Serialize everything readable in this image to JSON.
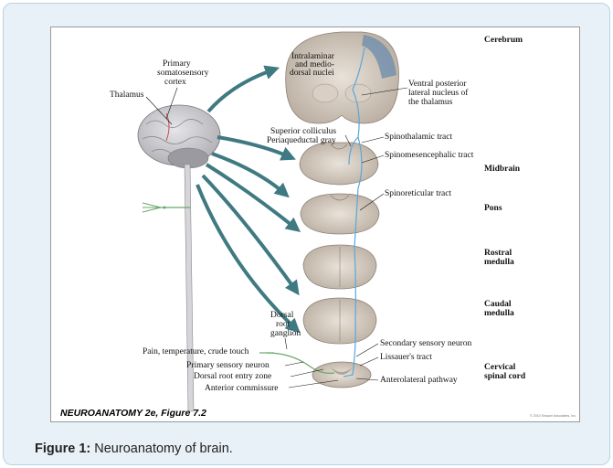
{
  "figure": {
    "credit": "NEUROANATOMY 2e, Figure 7.2",
    "copyright": "© 2010 Sinauer Associates, Inc.",
    "levels": {
      "cerebrum": "Cerebrum",
      "midbrain": "Midbrain",
      "pons": "Pons",
      "rostral_medulla_1": "Rostral",
      "rostral_medulla_2": "medulla",
      "caudal_medulla_1": "Caudal",
      "caudal_medulla_2": "medulla",
      "cervical_cord_1": "Cervical",
      "cervical_cord_2": "spinal cord"
    },
    "labels": {
      "primary_somatosensory_cortex_1": "Primary",
      "primary_somatosensory_cortex_2": "somatosensory",
      "primary_somatosensory_cortex_3": "cortex",
      "thalamus": "Thalamus",
      "intralaminar_1": "Intralaminar",
      "intralaminar_2": "and medio-",
      "intralaminar_3": "dorsal nuclei",
      "vpl_1": "Ventral posterior",
      "vpl_2": "lateral nucleus of",
      "vpl_3": "the thalamus",
      "superior_colliculus": "Superior colliculus",
      "periaqueductal_gray": "Periaqueductal gray",
      "spinothalamic_tract": "Spinothalamic tract",
      "spinomesencephalic_tract": "Spinomesencephalic tract",
      "spinoreticular_tract": "Spinoreticular tract",
      "dorsal_root_ganglion_1": "Dorsal",
      "dorsal_root_ganglion_2": "root",
      "dorsal_root_ganglion_3": "ganglion",
      "pain_temperature": "Pain, temperature, crude touch",
      "primary_sensory_neuron": "Primary sensory neuron",
      "dorsal_root_entry_zone": "Dorsal root entry zone",
      "anterior_commissure": "Anterior commissure",
      "secondary_sensory_neuron": "Secondary sensory neuron",
      "lissauers_tract": "Lissauer's tract",
      "anterolateral_pathway": "Anterolateral pathway"
    }
  },
  "caption": {
    "prefix": "Figure 1:",
    "text": " Neuroanatomy of brain."
  },
  "colors": {
    "arrow": "#3f7a82",
    "pathway": "#5aa7d9",
    "tissue": "#c9bfb5",
    "brain": "#cfcfd2"
  }
}
